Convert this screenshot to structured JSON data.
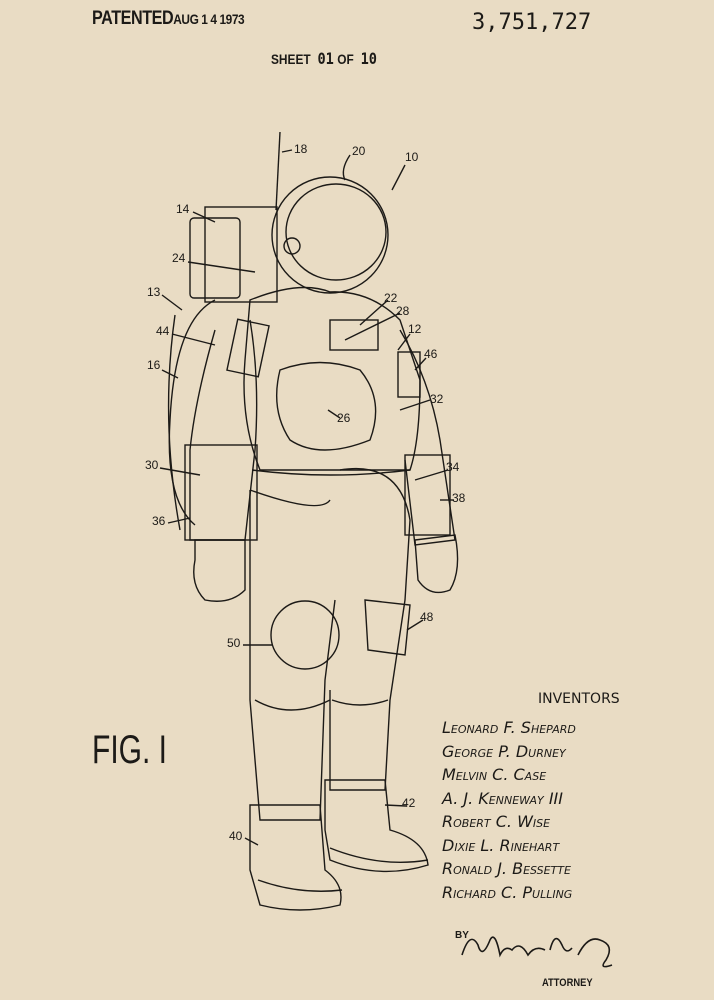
{
  "header": {
    "patented_label": "PATENTED",
    "patented_date": "AUG 1 4 1973",
    "patent_number": "3,751,727",
    "sheet_label": "SHEET",
    "sheet_current": "01",
    "sheet_of": "OF",
    "sheet_total": "10"
  },
  "figure": {
    "label": "FIG. I",
    "reference_numerals": [
      "18",
      "20",
      "10",
      "14",
      "24",
      "13",
      "22",
      "28",
      "44",
      "12",
      "46",
      "16",
      "32",
      "26",
      "30",
      "34",
      "38",
      "36",
      "48",
      "50",
      "42",
      "40"
    ]
  },
  "inventors": {
    "heading": "INVENTORS",
    "names": [
      "Leonard F. Shepard",
      "George P. Durney",
      "Melvin C. Case",
      "A. J. Kenneway III",
      "Robert C. Wise",
      "Dixie L. Rinehart",
      "Ronald J. Bessette",
      "Richard C. Pulling"
    ]
  },
  "attorney": {
    "by_label": "BY",
    "label": "ATTORNEY"
  },
  "colors": {
    "paper": "#e9dcc4",
    "ink": "#1c1a17"
  }
}
